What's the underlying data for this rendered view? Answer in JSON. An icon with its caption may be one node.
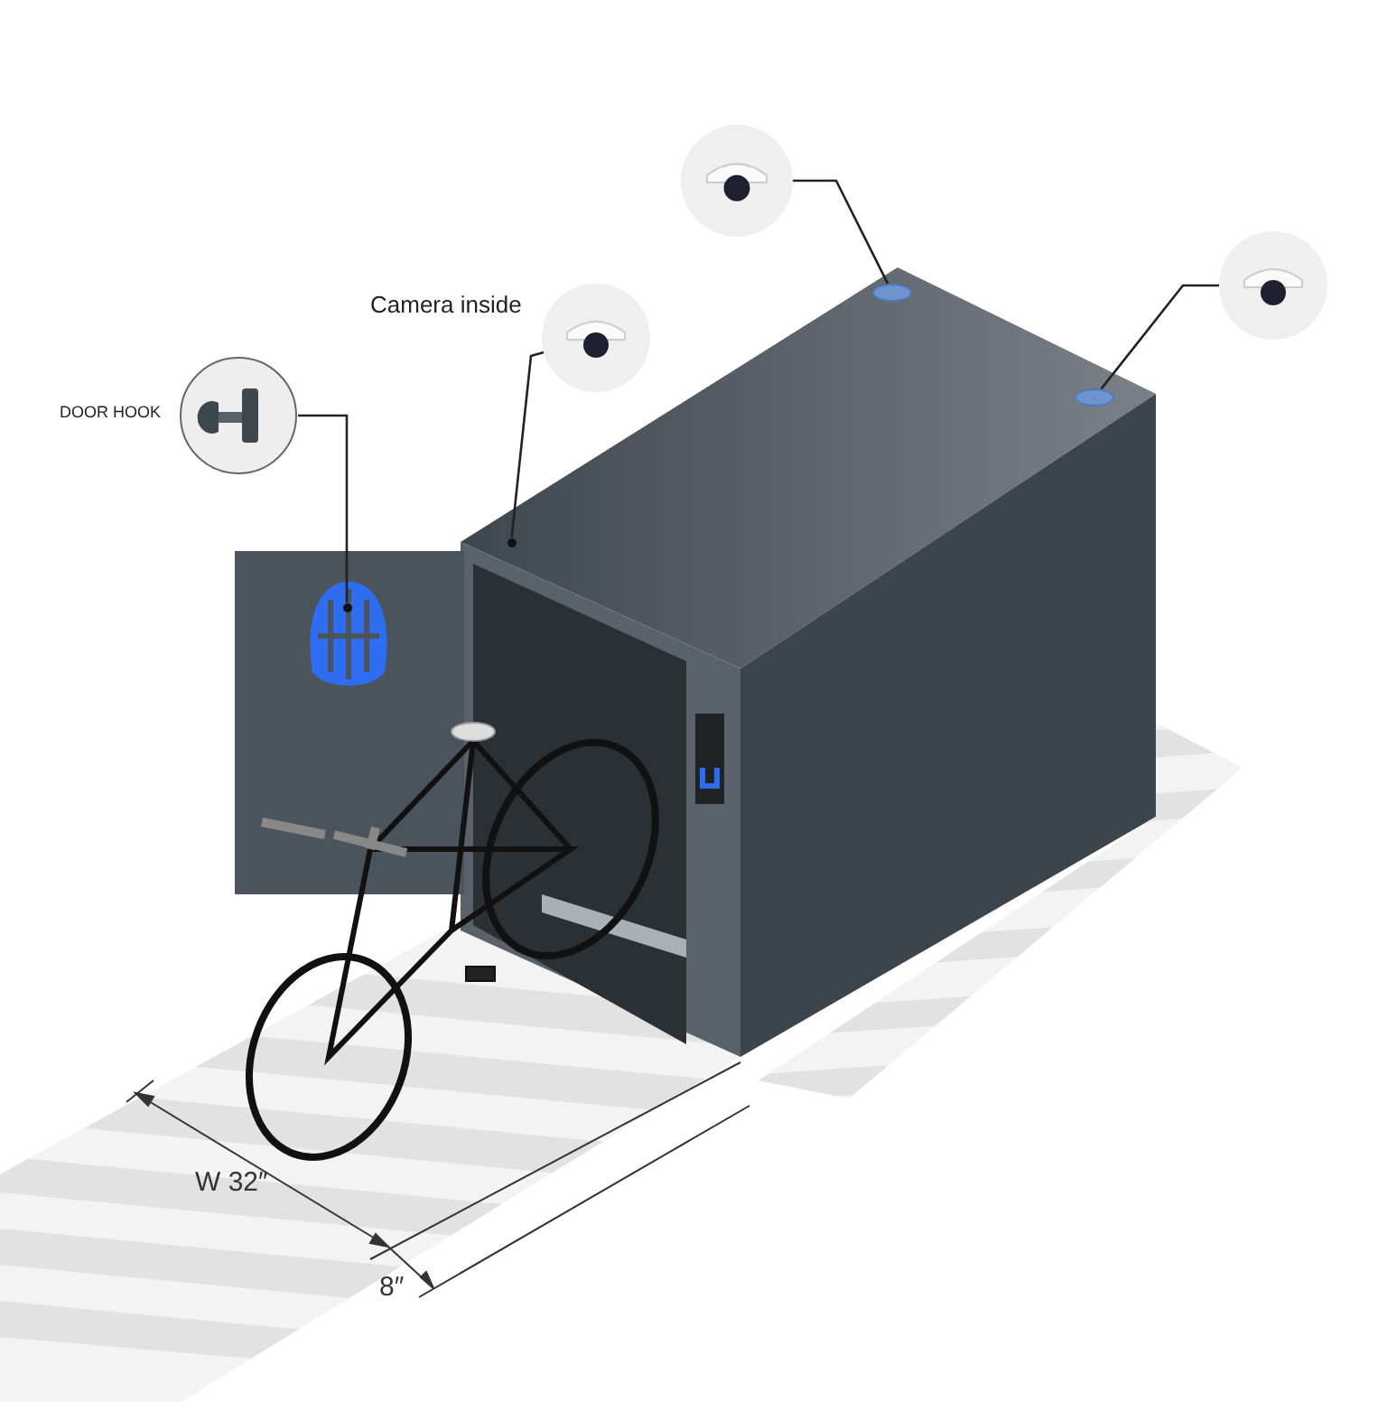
{
  "diagram": {
    "nodes": [
      {
        "text": [
          "DOOR HOOK"
        ]
      },
      {
        "text": [
          "Camera inside"
        ]
      },
      {
        "text": [],
        "shape": "picture"
      },
      {
        "text": [],
        "shape": "picture"
      },
      {
        "text": [],
        "shape": "circle"
      },
      {
        "text": [],
        "shape": "circle"
      },
      {
        "text": [],
        "shape": "circle"
      },
      {
        "text": [],
        "shape": "circle"
      }
    ],
    "edges": [
      {
        "from": 0,
        "to": 4,
        "arrow": "none"
      },
      {
        "from": 1,
        "to": 5,
        "arrow": "none"
      },
      {
        "from": 2,
        "to": 6,
        "arrow": "none"
      },
      {
        "from": 3,
        "to": 7,
        "arrow": "none"
      }
    ],
    "labels": [
      "W 32″",
      "8″"
    ]
  }
}
